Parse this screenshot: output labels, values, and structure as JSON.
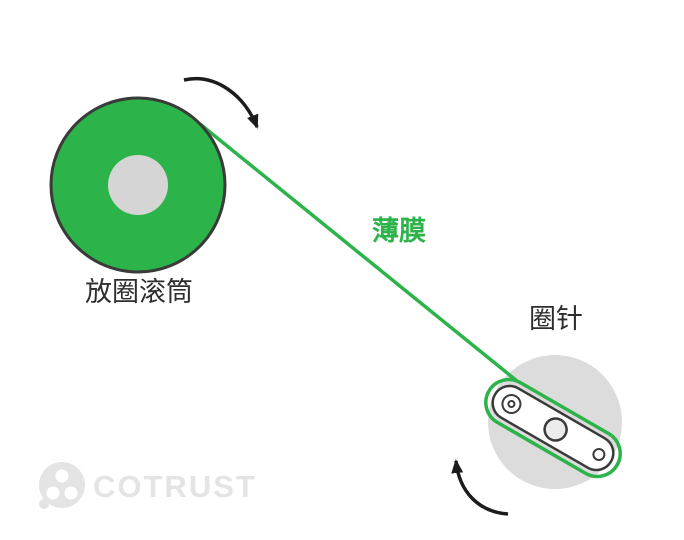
{
  "diagram": {
    "labels": {
      "unwind_roller": "放圈滚筒",
      "film": "薄膜",
      "loop_needle": "圈针"
    },
    "watermark": "COTRUST",
    "colors": {
      "film_green": "#2cb34a",
      "outline_dark": "#3a3a3a",
      "roller_hub_gray": "#d5d5d5",
      "needle_disc_gray": "#dcdcdc",
      "arrow_black": "#1c1c1c",
      "watermark_gray": "#e4e4e4"
    }
  }
}
